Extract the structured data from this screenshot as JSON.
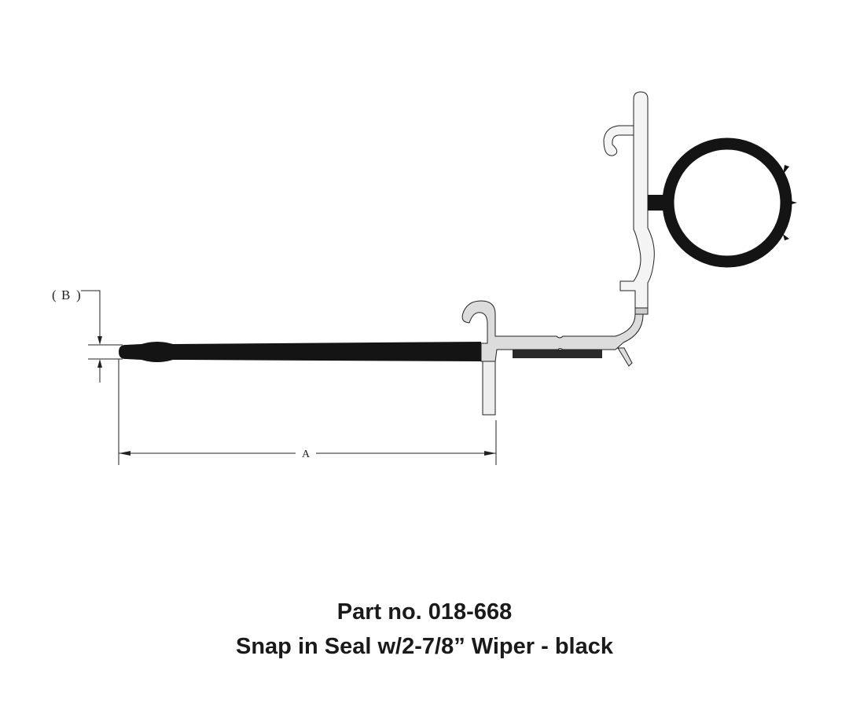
{
  "title": {
    "part_number_line": "Part no. 018-668",
    "description_line": "Snap in Seal w/2-7/8” Wiper - black"
  },
  "dimensions": {
    "a_label": "A",
    "b_label": "B",
    "b_paren_open": "(",
    "b_paren_close": ")"
  },
  "colors": {
    "rubber": "#141414",
    "aluminum": "#dcdcdc",
    "aluminum_light": "#f4f4f4",
    "tape": "#2a2a2a",
    "line": "#222222"
  }
}
